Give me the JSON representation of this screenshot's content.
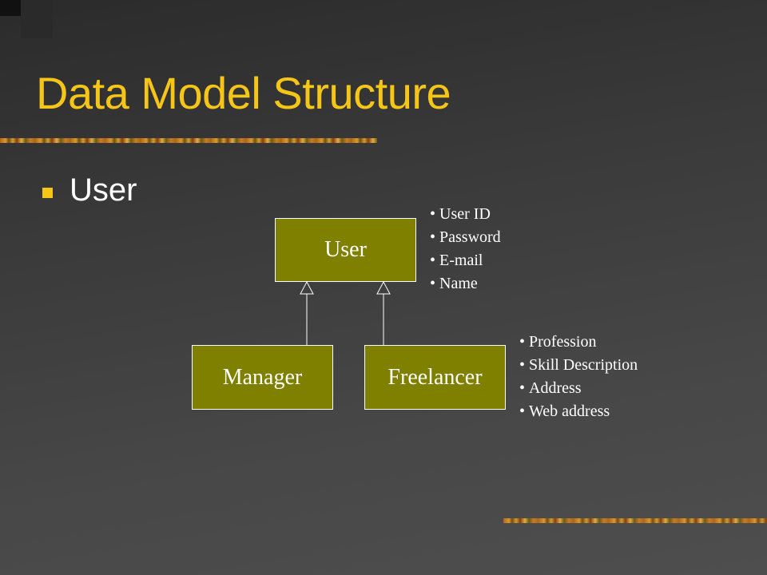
{
  "slide": {
    "title": "Data Model Structure",
    "bullet": "User",
    "colors": {
      "title": "#f5c518",
      "box_fill": "#7f7f00",
      "text": "#ffffff"
    }
  },
  "diagram": {
    "parent": {
      "label": "User"
    },
    "children": [
      {
        "label": "Manager"
      },
      {
        "label": "Freelancer"
      }
    ],
    "user_attributes": [
      "User ID",
      "Password",
      "E-mail",
      "Name"
    ],
    "freelancer_attributes": [
      "Profession",
      "Skill Description",
      "Address",
      "Web address"
    ]
  }
}
